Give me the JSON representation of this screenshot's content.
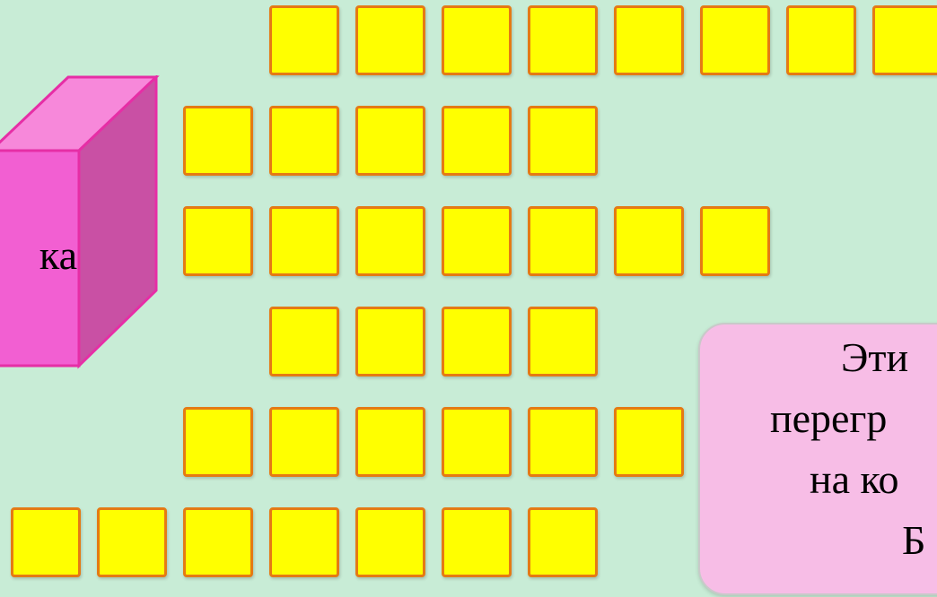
{
  "cube": {
    "label": "ка",
    "colors": {
      "front": "#f25fd2",
      "top": "#f788da",
      "side": "#c950a4",
      "edge": "#e62ea6"
    }
  },
  "note": {
    "lines": [
      "Эти",
      "перегр",
      "на ко",
      "Б"
    ]
  },
  "grid": {
    "colors": {
      "fill": "#ffff00",
      "border": "#e57a14"
    },
    "rows": [
      {
        "name": "row-1",
        "count": 8
      },
      {
        "name": "row-2",
        "count": 5
      },
      {
        "name": "row-3",
        "count": 7
      },
      {
        "name": "row-4",
        "count": 4
      },
      {
        "name": "row-5",
        "count": 6
      },
      {
        "name": "row-6",
        "count": 7
      }
    ]
  }
}
